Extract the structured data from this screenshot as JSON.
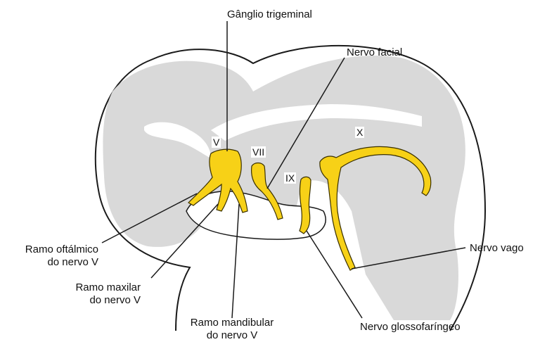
{
  "colors": {
    "outline": "#1a1a1a",
    "tissue": "#d9d9d9",
    "nerve": "#f7d117",
    "nerve_outline": "#3a3000",
    "background": "#ffffff"
  },
  "labels": {
    "trigeminal_ganglion": "Gânglio trigeminal",
    "facial_nerve": "Nervo facial",
    "ophthalmic_branch_line1": "Ramo oftálmico",
    "ophthalmic_branch_line2": "do nervo V",
    "maxillary_branch_line1": "Ramo maxilar",
    "maxillary_branch_line2": "do nervo V",
    "mandibular_branch_line1": "Ramo mandibular",
    "mandibular_branch_line2": "do nervo V",
    "vagus_nerve": "Nervo vago",
    "glossopharyngeal_nerve": "Nervo glossofaríngeo"
  },
  "nerve_numerals": {
    "v": "V",
    "vii": "VII",
    "ix": "IX",
    "x": "X"
  }
}
